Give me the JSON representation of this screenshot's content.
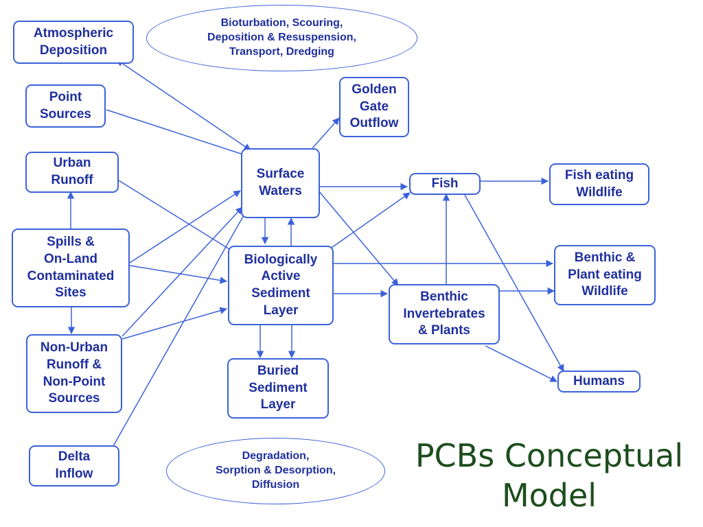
{
  "title": "PCBs Conceptual\nModel",
  "colors": {
    "edge": "#3b62d9",
    "node_text": "#1f2f9e",
    "title": "#1d4d1d"
  },
  "nodes": {
    "atmospheric": "Atmospheric\nDeposition",
    "point": "Point\nSources",
    "urban": "Urban\nRunoff",
    "spills": "Spills &\nOn-Land\nContaminated\nSites",
    "nonurban": "Non-Urban\nRunoff &\nNon-Point\nSources",
    "delta": "Delta\nInflow",
    "surface": "Surface\nWaters",
    "golden": "Golden\nGate\nOutflow",
    "bio": "Biologically\nActive\nSediment\nLayer",
    "buried": "Buried\nSediment\nLayer",
    "fish": "Fish",
    "benthic": "Benthic\nInvertebrates\n& Plants",
    "fishwild": "Fish eating\nWildlife",
    "benthicwild": "Benthic &\nPlant eating\nWildlife",
    "humans": "Humans"
  },
  "processes": {
    "top": "Bioturbation, Scouring,\nDeposition & Resuspension,\nTransport, Dredging",
    "bottom": "Degradation,\nSorption & Desorption,\nDiffusion"
  }
}
